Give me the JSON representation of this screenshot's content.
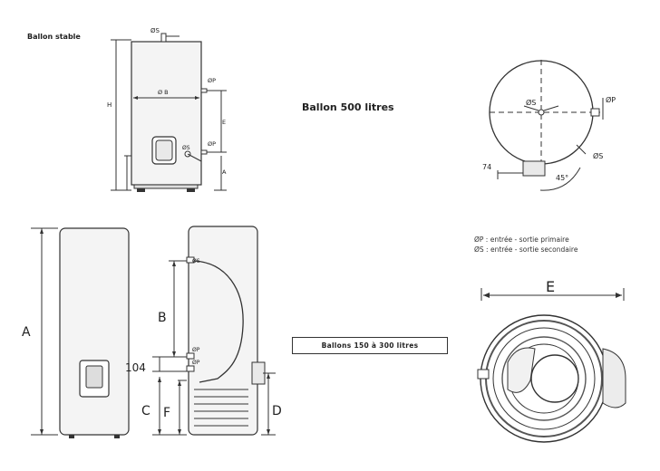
{
  "top_left": {
    "title": "Ballon stable",
    "labels": {
      "os_top": "ØS",
      "op_upper": "ØP",
      "ob": "Ø B",
      "h": "H",
      "e": "E",
      "op_lower": "ØP",
      "os_lower": "ØS",
      "a": "A"
    }
  },
  "center_title": "Ballon 500 litres",
  "top_right": {
    "labels": {
      "os_center": "ØS",
      "op_right": "ØP",
      "os_right": "ØS",
      "dim_74": "74",
      "angle": "45°"
    }
  },
  "legend": {
    "line1": "ØP : entrée - sortie primaire",
    "line2": "ØS : entrée - sortie secondaire"
  },
  "bottom": {
    "caption": "Ballons 150 à 300 litres",
    "labels": {
      "a": "A",
      "b": "B",
      "c": "C",
      "d": "D",
      "e": "E",
      "f": "F",
      "dim_104": "104",
      "os_top": "ØS",
      "op_mid": "ØP",
      "op_low": "ØP"
    }
  }
}
